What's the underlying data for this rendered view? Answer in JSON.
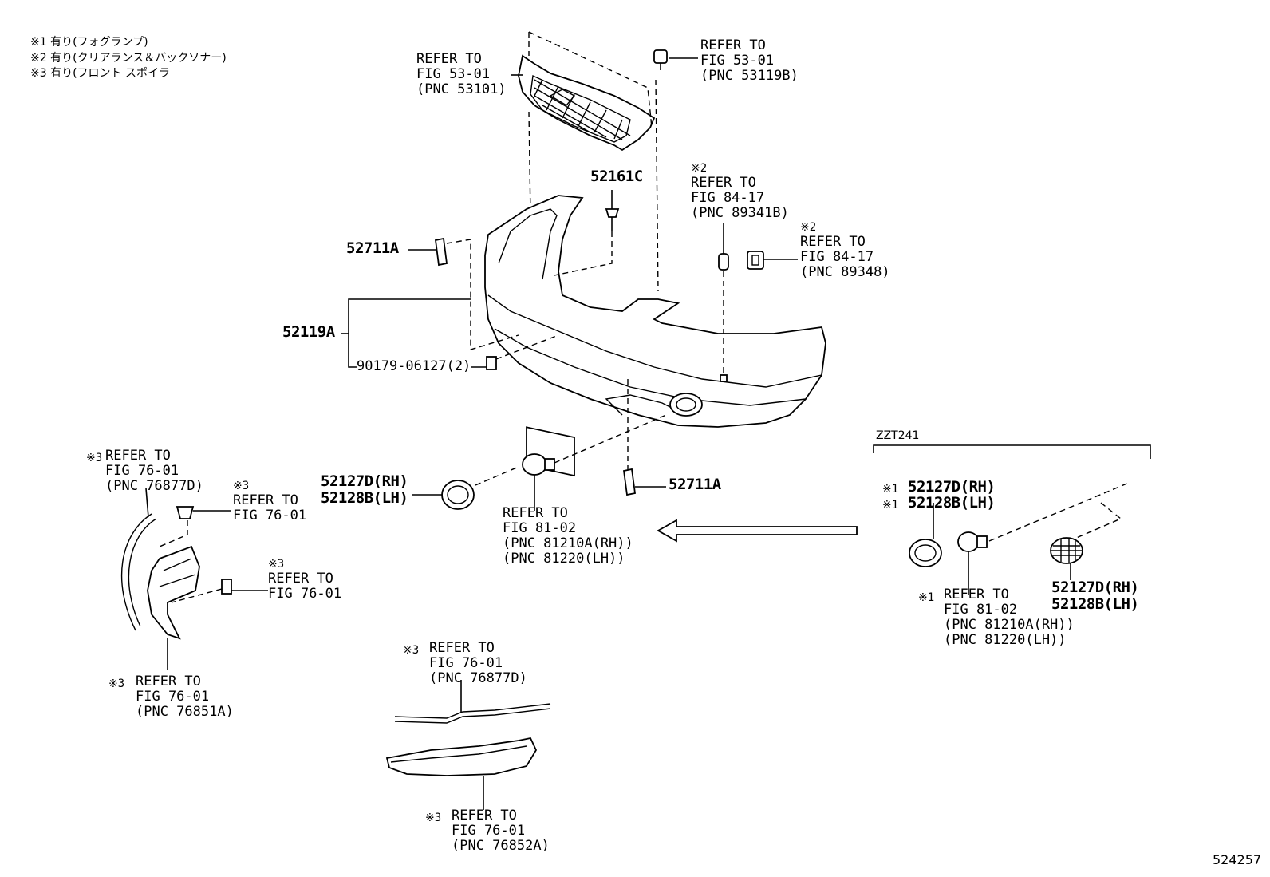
{
  "notes": [
    "※1 有り(フォグランプ)",
    "※2 有り(クリアランス＆バックソナー)",
    "※3 有り(フロント スポイラ"
  ],
  "labels": {
    "grille_ref": "REFER TO\nFIG 53-01\n(PNC 53101)",
    "clip_ref": "REFER TO\nFIG 53-01\n(PNC 53119B)",
    "part_52161C": "52161C",
    "sonar1_mark": "※2",
    "sonar1_ref": "REFER TO\nFIG 84-17\n(PNC 89341B)",
    "sonar2_mark": "※2",
    "sonar2_ref": "REFER TO\nFIG 84-17\n(PNC 89348)",
    "part_52711A_top": "52711A",
    "part_52119A": "52119A",
    "part_90179": "90179-06127(2)",
    "fog_cover_left": "52127D(RH)\n52128B(LH)",
    "fog_lamp_ref": "REFER TO\nFIG 81-02\n(PNC 81210A(RH))\n(PNC 81220(LH))",
    "part_52711A_bottom": "52711A",
    "liner_top_mark": "※3",
    "liner_top_ref": "REFER TO\nFIG 76-01\n(PNC 76877D)",
    "clip_a_mark": "※3",
    "clip_a_ref": "REFER TO\nFIG 76-01",
    "clip_b_mark": "※3",
    "clip_b_ref": "REFER TO\nFIG 76-01",
    "liner_bottom_mark": "※3",
    "liner_bottom_ref": "REFER TO\nFIG 76-01\n(PNC 76851A)",
    "spoiler_top_mark": "※3",
    "spoiler_top_ref": "REFER TO\nFIG 76-01\n(PNC 76877D)",
    "spoiler_bottom_mark": "※3",
    "spoiler_bottom_ref": "REFER TO\nFIG 76-01\n(PNC 76852A)",
    "zzt_title": "ZZT241",
    "zzt_cover_mark1": "※1",
    "zzt_cover_mark2": "※1",
    "zzt_cover_rh": "52127D(RH)",
    "zzt_cover_lh": "52128B(LH)",
    "zzt_lamp_mark": "※1",
    "zzt_lamp_ref": "REFER TO\nFIG 81-02\n(PNC 81210A(RH))\n(PNC 81220(LH))",
    "zzt_grille_part": "52127D(RH)\n52128B(LH)",
    "figure_id": "524257"
  }
}
